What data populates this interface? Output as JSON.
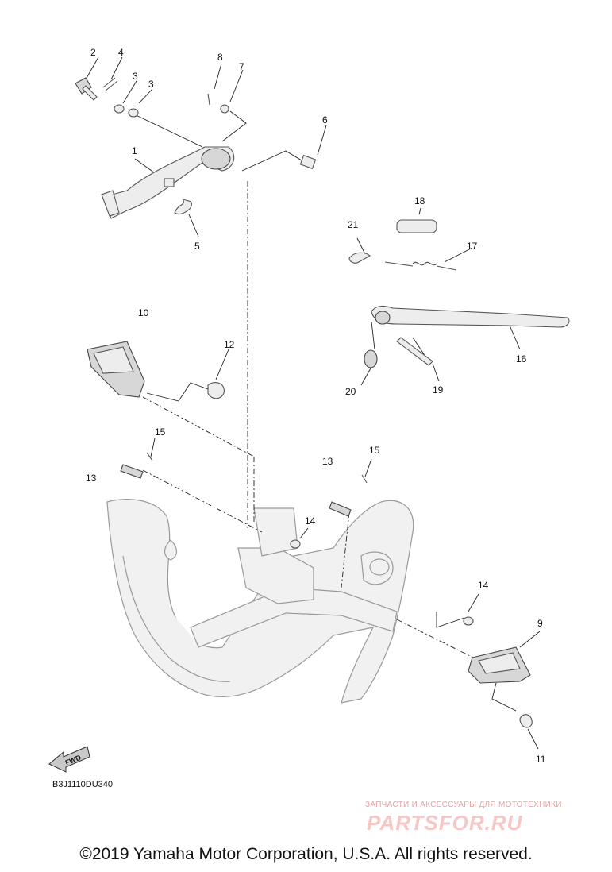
{
  "callouts": {
    "c1": "1",
    "c2": "2",
    "c3a": "3",
    "c3b": "3",
    "c4": "4",
    "c5": "5",
    "c6": "6",
    "c7": "7",
    "c8": "8",
    "c9": "9",
    "c10": "10",
    "c11": "11",
    "c12": "12",
    "c13a": "13",
    "c13b": "13",
    "c14a": "14",
    "c14b": "14",
    "c15a": "15",
    "c15b": "15",
    "c16": "16",
    "c17": "17",
    "c18": "18",
    "c19": "19",
    "c20": "20",
    "c21": "21"
  },
  "fwd_label": "FWD",
  "diagram_code": "B3J1110DU340",
  "watermark": {
    "tagline": "ЗАПЧАСТИ И АКСЕССУАРЫ ДЛЯ МОТОТЕХНИКИ",
    "brand": "PARTSFOR.RU"
  },
  "copyright": "©2019 Yamaha Motor Corporation, U.S.A. All rights reserved."
}
